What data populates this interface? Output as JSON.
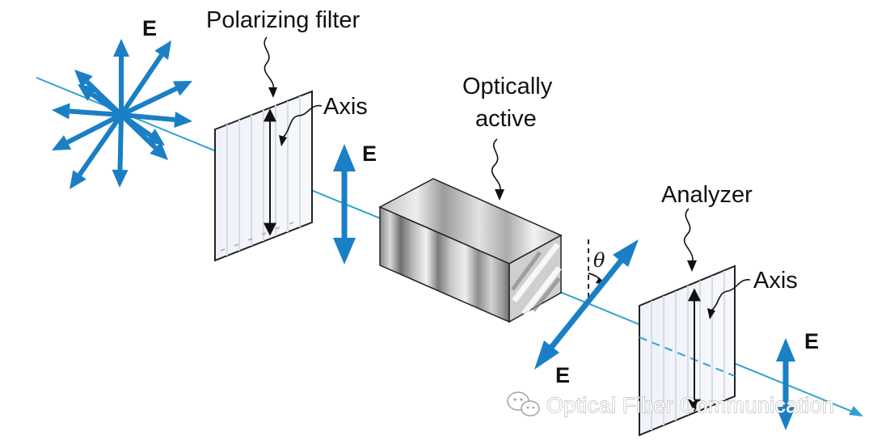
{
  "labels": {
    "polarizing_filter": "Polarizing filter",
    "axis_first": "Axis",
    "optically_active_line1": "Optically",
    "optically_active_line2": "active",
    "analyzer": "Analyzer",
    "axis_second": "Axis",
    "theta": "θ",
    "e_unpolarized": "E",
    "e_after_polarizer": "E",
    "e_rotated": "E",
    "e_after_analyzer": "E"
  },
  "watermark": {
    "text": "Optical Fiber Communication",
    "icon": "wechat-logo-icon"
  },
  "colors": {
    "beam": "#2ea3cf",
    "field_arrow": "#1a7fc4",
    "text": "#111111",
    "filter_stripe": "#dfe4ee"
  }
}
